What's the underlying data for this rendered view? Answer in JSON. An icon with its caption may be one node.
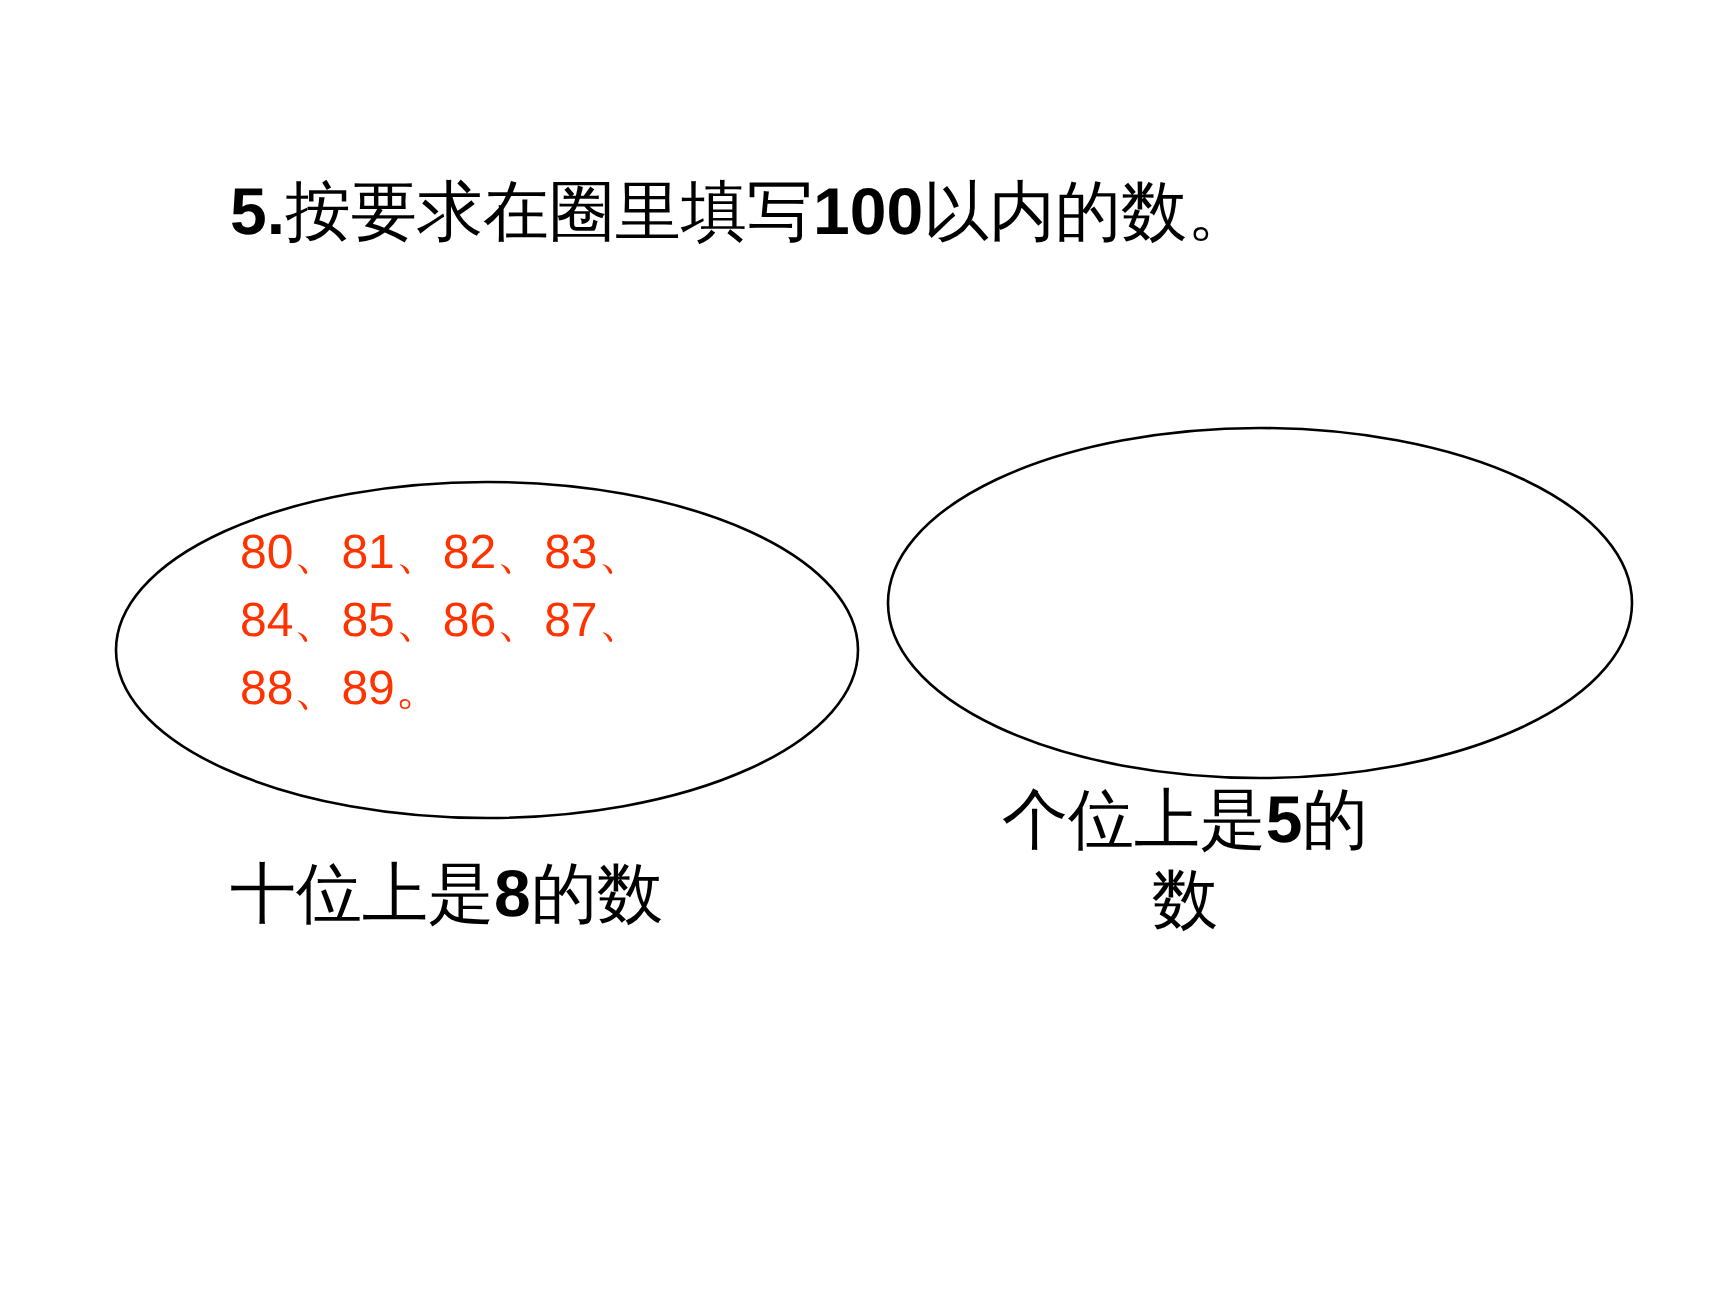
{
  "diagram": {
    "title": "**5.**按要求在圈里填写**100**以内的数。",
    "nodes": [
      {
        "text": [
          "80、81、82、83、84、85、86、87、88、89。"
        ],
        "beside": [
          "十位上是**8**的数"
        ]
      },
      {
        "text": [],
        "shape": "ellipse",
        "beside": [
          "个位上是**5**的数"
        ]
      }
    ]
  }
}
